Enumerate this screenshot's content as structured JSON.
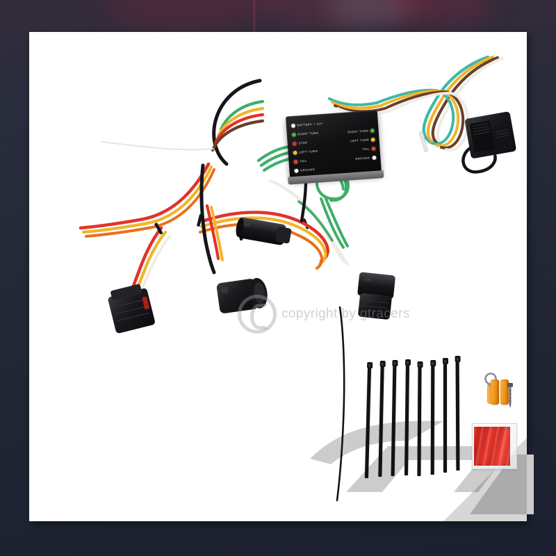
{
  "scene": {
    "title": "Trailer Wiring Harness Kit Product Photo",
    "background_color": "#242a39",
    "panel_color": "#ffffff"
  },
  "watermarks": {
    "center": {
      "text": "copyright by gtracers",
      "icon": "copyright-icon",
      "color": "#969696"
    },
    "corner_logo": {
      "name": "gtracers-logo-watermark",
      "color": "#cccccc"
    }
  },
  "module": {
    "name": "4-way-converter-module",
    "body_color": "#111113",
    "left_terminals": [
      {
        "label": "BATTERY  +  12V",
        "led_color": "#ffffff"
      },
      {
        "label": "RIGHT  TURN",
        "led_color": "#3fbf4a"
      },
      {
        "label": "STOP",
        "led_color": "#e03024"
      },
      {
        "label": "LEFT  TURN",
        "led_color": "#f2c321"
      },
      {
        "label": "TAIL",
        "led_color": "#e0431f"
      },
      {
        "label": "GROUND",
        "led_color": "#ffffff"
      }
    ],
    "right_terminals": [
      {
        "label": "RIGHT TURN",
        "led_color": "#3fbf4a"
      },
      {
        "label": "LEFT TURN",
        "led_color": "#f2c321"
      },
      {
        "label": "TAIL",
        "led_color": "#e0431f"
      },
      {
        "label": "GROUND",
        "led_color": "#ffffff"
      }
    ]
  },
  "wire_colors": {
    "green": "#3fae6a",
    "teal": "#3fb8a8",
    "yellow": "#f0b52a",
    "brown": "#6b3f2a",
    "white": "#f2f0ea",
    "red": "#e0352a",
    "black": "#15151a",
    "orange": "#e8701c"
  },
  "parts": {
    "trailer_connector": {
      "name": "4-way-flat-trailer-connector",
      "color": "#141416",
      "wire_count": 4
    },
    "vehicle_connectors": [
      {
        "name": "vehicle-connector-left",
        "color": "#18181b"
      },
      {
        "name": "vehicle-connector-middle",
        "color": "#18181b"
      },
      {
        "name": "vehicle-connector-right",
        "color": "#18181b"
      }
    ],
    "zip_ties": {
      "name": "zip-tie",
      "count": 8,
      "color": "#121214"
    },
    "ring_terminal": {
      "name": "ring-terminal",
      "sleeve_color": "#f0a428"
    },
    "butt_connectors": {
      "name": "butt-connector",
      "count": 2,
      "color": "#f3a42a"
    },
    "screw": {
      "name": "self-tapping-screw",
      "color": "#5a5a60"
    },
    "reflective_tape": {
      "name": "red-reflective-tape",
      "color": "#d8281f"
    },
    "twist_tie": {
      "name": "twist-tie",
      "color": "#c9a14a"
    }
  }
}
